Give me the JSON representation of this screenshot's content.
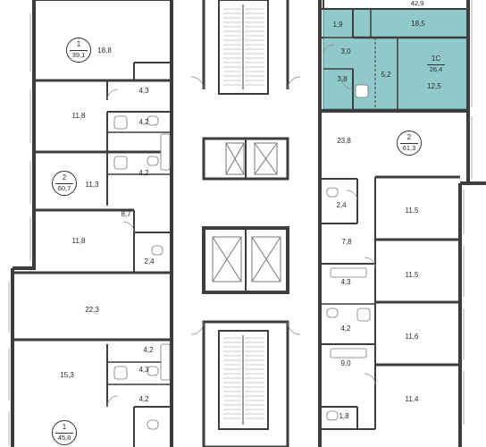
{
  "colors": {
    "wall": "#3d3d3d",
    "thin_line": "#9a9a9a",
    "highlight_fill": "#8fc9c9",
    "highlight_stroke": "#4a9a9a",
    "background": "#ffffff"
  },
  "icons": [
    "elevator-icon",
    "stair-icon",
    "door-swing-icon",
    "bathtub-icon",
    "toilet-icon",
    "sink-icon"
  ],
  "units": {
    "left_top": {
      "number": "1",
      "total": "39,1"
    },
    "left_middle": {
      "number": "2",
      "total": "60,7"
    },
    "left_bottom": {
      "number": "1",
      "total": "45,8"
    },
    "right_top": {
      "total": "42,9"
    },
    "right_highlight": {
      "number": "1С",
      "total": "26,4"
    },
    "right_middle": {
      "number": "2",
      "total": "61,3"
    }
  },
  "rooms": {
    "l_18_8": "18,8",
    "l_4_3_a": "4,3",
    "l_11_8_a": "11,8",
    "l_4_2_a": "4,2",
    "l_4_2_b": "4,2",
    "l_11_3": "11,3",
    "l_8_7": "8,7",
    "l_11_8_b": "11,8",
    "l_2_4": "2,4",
    "l_22_3": "22,3",
    "l_4_2_c": "4,2",
    "l_15_3": "15,3",
    "l_4_3_b": "4,3",
    "l_4_2_d": "4,2",
    "r_18_5": "18,5",
    "r_1_9": "1,9",
    "r_3_0": "3,0",
    "r_3_8": "3,8",
    "r_5_2": "5,2",
    "r_12_5": "12,5",
    "r_23_8": "23,8",
    "r_2_4": "2,4",
    "r_11_5_a": "11,5",
    "r_7_8": "7,8",
    "r_11_5_b": "11,5",
    "r_4_3": "4,3",
    "r_4_2": "4,2",
    "r_11_6": "11,6",
    "r_9_0": "9,0",
    "r_11_4": "11,4",
    "r_1_8": "1,8"
  }
}
